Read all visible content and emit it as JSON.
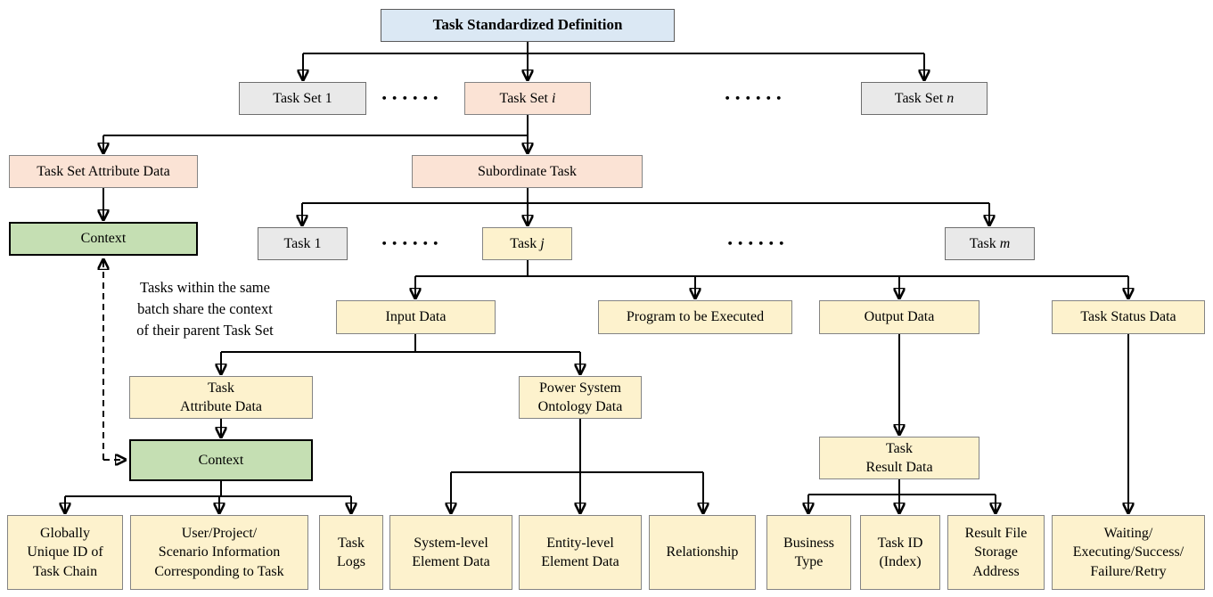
{
  "diagram": {
    "title": {
      "label": "Task Standardized Definition"
    },
    "dots": "••••••",
    "note": {
      "lines": [
        "Tasks within the same",
        "batch share the context",
        "of their parent Task Set"
      ]
    },
    "colors": {
      "root_blue": "#dbe8f4",
      "set_peach": "#fbe3d5",
      "generic_gray": "#e9e9e9",
      "item_yellow": "#fdf2cd",
      "context_green": "#c5dfb3",
      "line_black": "#000000"
    },
    "nodes": {
      "task_set_1": {
        "label": "Task Set 1"
      },
      "task_set_i": {
        "text": "Task Set ",
        "var": "i"
      },
      "task_set_n": {
        "text": "Task Set ",
        "var": "n"
      },
      "task_set_attribute_data": {
        "label": "Task Set Attribute Data"
      },
      "subordinate_task": {
        "label": "Subordinate Task"
      },
      "context_task_set": {
        "label": "Context"
      },
      "task_1": {
        "label": "Task 1"
      },
      "task_j": {
        "text": "Task ",
        "var": "j"
      },
      "task_m": {
        "text": "Task ",
        "var": "m"
      },
      "input_data": {
        "label": "Input Data"
      },
      "program_to_be_executed": {
        "label": "Program to be Executed"
      },
      "output_data": {
        "label": "Output Data"
      },
      "task_status_data": {
        "label": "Task Status Data"
      },
      "task_attribute_data": {
        "lines": [
          "Task",
          "Attribute Data"
        ]
      },
      "power_system_ontology_data": {
        "lines": [
          "Power System",
          "Ontology Data"
        ]
      },
      "context_task": {
        "label": "Context"
      },
      "task_result_data": {
        "lines": [
          "Task",
          "Result Data"
        ]
      },
      "globally_unique_id": {
        "lines": [
          "Globally",
          "Unique ID of",
          "Task Chain"
        ]
      },
      "user_project_scenario": {
        "lines": [
          "User/Project/",
          "Scenario Information",
          "Corresponding to Task"
        ]
      },
      "task_logs": {
        "lines": [
          "Task",
          "Logs"
        ]
      },
      "system_level_element_data": {
        "lines": [
          "System-level",
          "Element Data"
        ]
      },
      "entity_level_element_data": {
        "lines": [
          "Entity-level",
          "Element Data"
        ]
      },
      "relationship": {
        "label": "Relationship"
      },
      "business_type": {
        "lines": [
          "Business",
          "Type"
        ]
      },
      "task_id_index": {
        "lines": [
          "Task ID",
          "(Index)"
        ]
      },
      "result_file_storage_address": {
        "lines": [
          "Result File",
          "Storage",
          "Address"
        ]
      },
      "waiting_executing_status": {
        "lines": [
          "Waiting/",
          "Executing/Success/",
          "Failure/Retry"
        ]
      }
    }
  }
}
